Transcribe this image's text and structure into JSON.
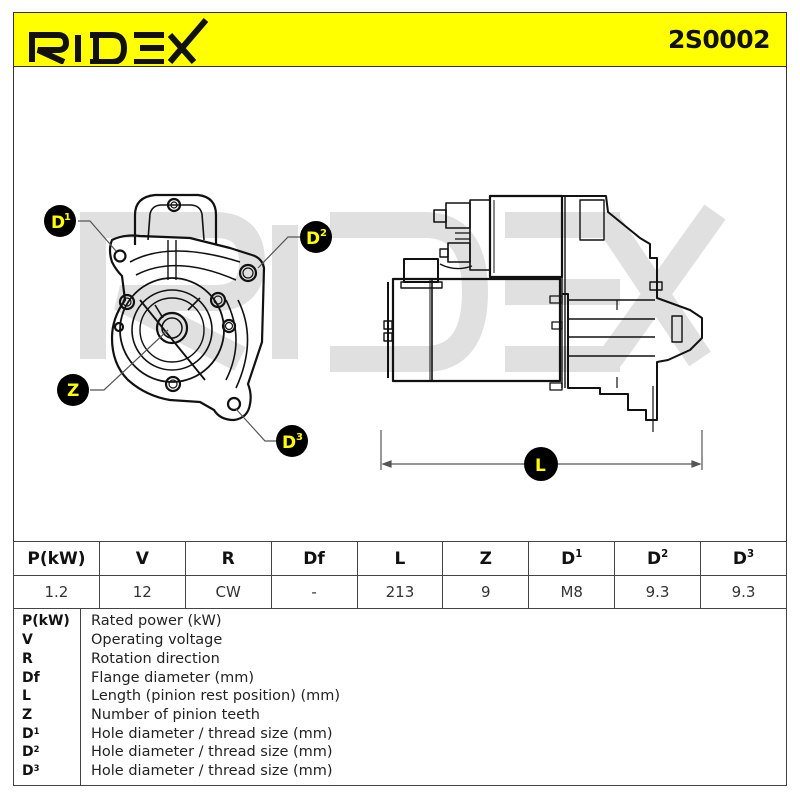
{
  "header": {
    "brand": "RIDEX",
    "part_number": "2S0002",
    "background_color": "#ffff00"
  },
  "drawing": {
    "watermark": "RIDEX",
    "callouts": {
      "d1": {
        "base": "D",
        "sup": "1"
      },
      "d2": {
        "base": "D",
        "sup": "2"
      },
      "d3": {
        "base": "D",
        "sup": "3"
      },
      "z": {
        "base": "Z"
      },
      "l": {
        "base": "L"
      }
    },
    "callout_colors": {
      "fill": "#000000",
      "text": "#ffff00"
    }
  },
  "specs": {
    "headers": [
      {
        "base": "P(kW)",
        "sup": ""
      },
      {
        "base": "V",
        "sup": ""
      },
      {
        "base": "R",
        "sup": ""
      },
      {
        "base": "Df",
        "sup": ""
      },
      {
        "base": "L",
        "sup": ""
      },
      {
        "base": "Z",
        "sup": ""
      },
      {
        "base": "D",
        "sup": "1"
      },
      {
        "base": "D",
        "sup": "2"
      },
      {
        "base": "D",
        "sup": "3"
      }
    ],
    "values": [
      "1.2",
      "12",
      "CW",
      "-",
      "213",
      "9",
      "M8",
      "9.3",
      "9.3"
    ]
  },
  "legend": [
    {
      "key": "P(kW)",
      "sup": "",
      "desc": "Rated power (kW)"
    },
    {
      "key": "V",
      "sup": "",
      "desc": "Operating voltage"
    },
    {
      "key": "R",
      "sup": "",
      "desc": "Rotation direction"
    },
    {
      "key": "Df",
      "sup": "",
      "desc": "Flange diameter (mm)"
    },
    {
      "key": "L",
      "sup": "",
      "desc": "Length (pinion rest position) (mm)"
    },
    {
      "key": "Z",
      "sup": "",
      "desc": "Number of pinion teeth"
    },
    {
      "key": "D",
      "sup": "1",
      "desc": "Hole diameter / thread size (mm)"
    },
    {
      "key": "D",
      "sup": "2",
      "desc": "Hole diameter / thread size (mm)"
    },
    {
      "key": "D",
      "sup": "3",
      "desc": "Hole diameter / thread size (mm)"
    }
  ]
}
